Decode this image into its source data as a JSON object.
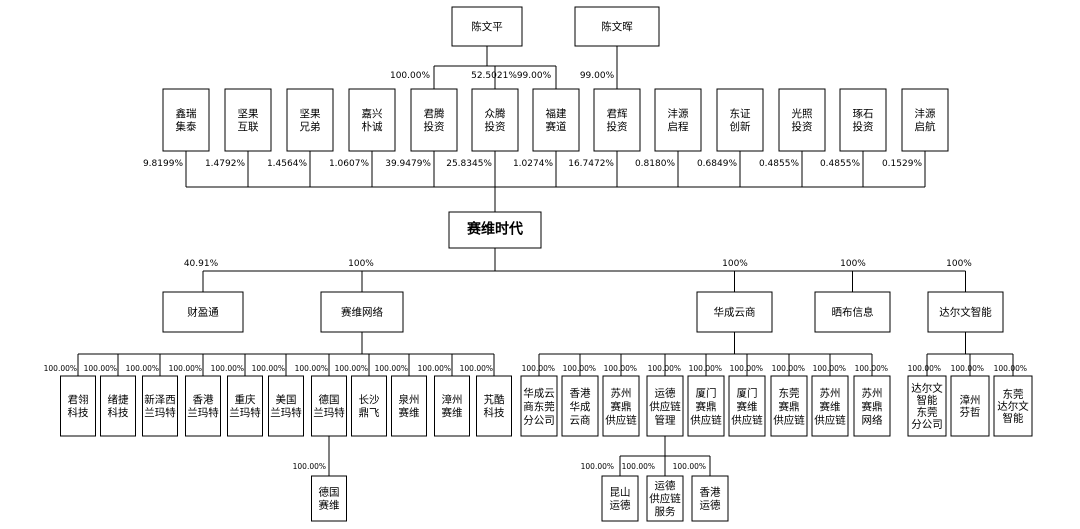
{
  "diagram": {
    "top_persons": [
      {
        "id": "p1",
        "name": "陈文平"
      },
      {
        "id": "p2",
        "name": "陈文晖"
      }
    ],
    "p1_pcts": [
      "100.00%",
      "52.5021%",
      "99.00%"
    ],
    "p2_pct": "99.00%",
    "shareholders": [
      {
        "name": "鑫瑞\n集泰",
        "pct": "9.8199%"
      },
      {
        "name": "坚果\n互联",
        "pct": "1.4792%"
      },
      {
        "name": "坚果\n兄弟",
        "pct": "1.4564%"
      },
      {
        "name": "嘉兴\n朴诚",
        "pct": "1.0607%"
      },
      {
        "name": "君腾\n投资",
        "pct": "39.9479%"
      },
      {
        "name": "众腾\n投资",
        "pct": "25.8345%"
      },
      {
        "name": "福建\n赛道",
        "pct": "1.0274%"
      },
      {
        "name": "君辉\n投资",
        "pct": "16.7472%"
      },
      {
        "name": "沣源\n启程",
        "pct": "0.8180%"
      },
      {
        "name": "东证\n创新",
        "pct": "0.6849%"
      },
      {
        "name": "光照\n投资",
        "pct": "0.4855%"
      },
      {
        "name": "琢石\n投资",
        "pct": "0.4855%"
      },
      {
        "name": "沣源\n启航",
        "pct": "0.1529%"
      }
    ],
    "center": {
      "name": "赛维时代"
    },
    "subsidiaries": [
      {
        "name": "财盈通",
        "pct": "40.91%"
      },
      {
        "name": "赛维网络",
        "pct": "100%"
      },
      {
        "name": "华成云商",
        "pct": "100%"
      },
      {
        "name": "晒布信息",
        "pct": "100%"
      },
      {
        "name": "达尔文智能",
        "pct": "100%"
      }
    ],
    "network_children": [
      {
        "name": "君翎\n科技",
        "pct": "100.00%"
      },
      {
        "name": "绪捷\n科技",
        "pct": "100.00%"
      },
      {
        "name": "新泽西\n兰玛特",
        "pct": "100.00%"
      },
      {
        "name": "香港\n兰玛特",
        "pct": "100.00%"
      },
      {
        "name": "重庆\n兰玛特",
        "pct": "100.00%"
      },
      {
        "name": "美国\n兰玛特",
        "pct": "100.00%"
      },
      {
        "name": "德国\n兰玛特",
        "pct": "100.00%"
      },
      {
        "name": "长沙\n鼎飞",
        "pct": "100.00%"
      },
      {
        "name": "泉州\n赛维",
        "pct": "100.00%"
      },
      {
        "name": "漳州\n赛维",
        "pct": "100.00%"
      },
      {
        "name": "艽酷\n科技",
        "pct": "100.00%"
      }
    ],
    "german_child": {
      "name": "德国\n赛维",
      "pct": "100.00%"
    },
    "huacheng_children": [
      {
        "name": "华成云\n商东莞\n分公司",
        "pct": "100.00%"
      },
      {
        "name": "香港\n华成\n云商",
        "pct": "100.00%"
      },
      {
        "name": "苏州\n赛鼎\n供应链",
        "pct": "100.00%"
      },
      {
        "name": "运德\n供应链\n管理",
        "pct": "100.00%"
      },
      {
        "name": "厦门\n赛鼎\n供应链",
        "pct": "100.00%"
      },
      {
        "name": "厦门\n赛维\n供应链",
        "pct": "100.00%"
      },
      {
        "name": "东莞\n赛鼎\n供应链",
        "pct": "100.00%"
      },
      {
        "name": "苏州\n赛维\n供应链",
        "pct": "100.00%"
      },
      {
        "name": "苏州\n赛鼎\n网络",
        "pct": "100.00%"
      }
    ],
    "yunde_children": [
      {
        "name": "昆山\n运德",
        "pct": "100.00%"
      },
      {
        "name": "运德\n供应链\n服务",
        "pct": "100.00%"
      },
      {
        "name": "香港\n运德",
        "pct": "100.00%"
      }
    ],
    "darwin_children": [
      {
        "name": "达尔文\n智能\n东莞\n分公司",
        "pct": "100.00%"
      },
      {
        "name": "漳州\n芬哲",
        "pct": "100.00%"
      },
      {
        "name": "东莞\n达尔文\n智能",
        "pct": "100.00%"
      }
    ]
  }
}
